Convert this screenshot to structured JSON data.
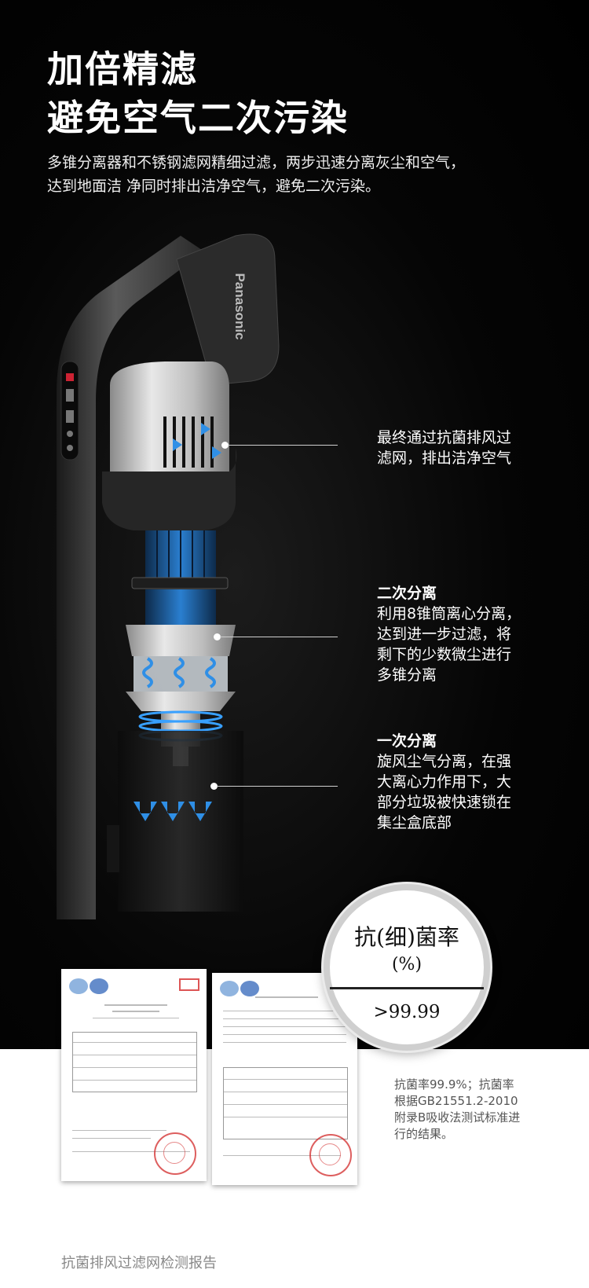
{
  "headline": {
    "line1": "加倍精滤",
    "line2": "避免空气二次污染"
  },
  "subtitle": {
    "line1": "多锥分离器和不锈钢滤网精细过滤，两步迅速分离灰尘和空气，",
    "line2": "达到地面洁 净同时排出洁净空气，避免二次污染。"
  },
  "product": {
    "brand": "Panasonic"
  },
  "callouts": [
    {
      "heading": "",
      "lines": [
        "最终通过抗菌排风过",
        "滤网，排出洁净空气"
      ]
    },
    {
      "heading": "二次分离",
      "lines": [
        "利用8锥筒离心分离，",
        "达到进一步过滤，将",
        "剩下的少数微尘进行",
        "多锥分离"
      ]
    },
    {
      "heading": "一次分离",
      "lines": [
        "旋风尘气分离，在强",
        "大离心力作用下，大",
        "部分垃圾被快速锁在",
        "集尘盒底部"
      ]
    }
  ],
  "magnifier": {
    "label": "抗(细)菌率",
    "unit": "(%)",
    "value": ">99.99"
  },
  "note": {
    "lines": [
      "抗菌率99.9%；抗菌率",
      "根据GB21551.2-2010",
      "附录B吸收法测试标准进",
      "行的结果。"
    ]
  },
  "caption": "抗菌排风过滤网检测报告",
  "colors": {
    "accent_blue": "#2f8fe6",
    "background_dark": "#000000",
    "background_light": "#ffffff"
  }
}
